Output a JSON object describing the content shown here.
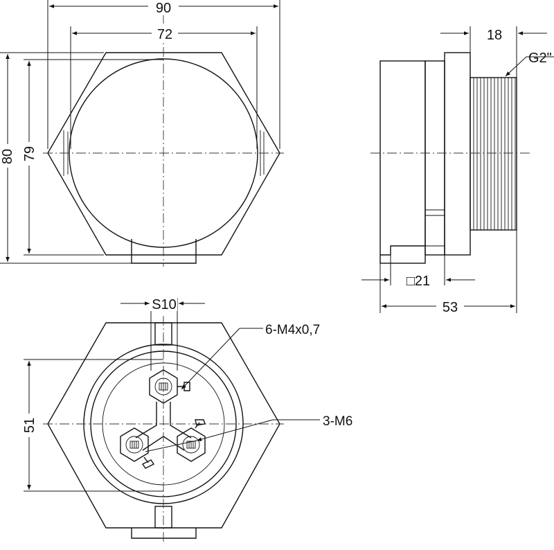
{
  "dimensions": {
    "hex_across_corners": "90",
    "hex_across_flats_top": "72",
    "height_overall": "80",
    "height_body": "79",
    "depth_flange": "18",
    "thread": "G2\"",
    "square_drive": "□21",
    "depth_overall": "53",
    "slot_width": "S10",
    "terminal_circle": "51"
  },
  "callouts": {
    "screws": "6-M4x0,7",
    "terminals": "3-M6"
  },
  "colors": {
    "line": "#111111",
    "background": "#ffffff"
  }
}
